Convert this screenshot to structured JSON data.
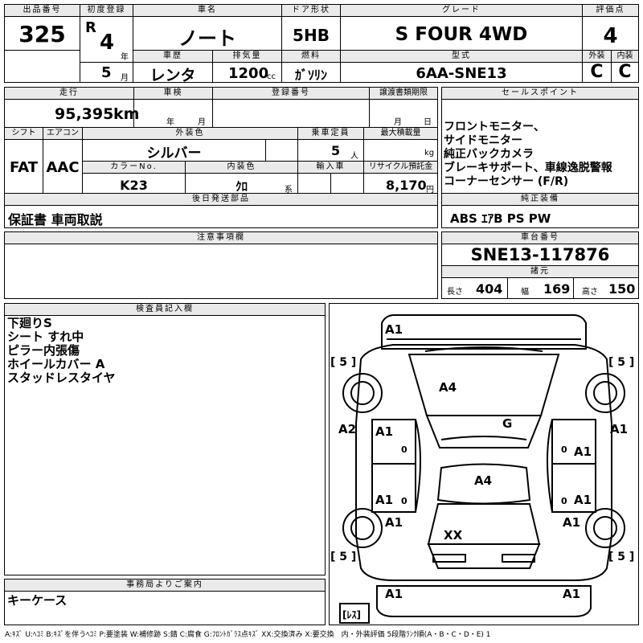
{
  "header": {
    "lot_label": "出品番号",
    "lot": "325",
    "first_reg_label": "初度登録",
    "era": "R",
    "year": "4",
    "year_unit": "年",
    "month": "5",
    "month_unit": "月",
    "car_name_label": "車名",
    "car_name": "ノート",
    "door_label": "ドア形状",
    "door": "5HB",
    "grade_label": "グレード",
    "grade": "S FOUR 4WD",
    "score_label": "評価点",
    "score": "4",
    "history_label": "車歴",
    "history": "レンタ",
    "displacement_label": "排気量",
    "displacement": "1200",
    "displacement_unit": "cc",
    "fuel_label": "燃料",
    "fuel": "ｶﾞｿﾘﾝ",
    "model_label": "型式",
    "model": "6AA-SNE13",
    "exterior_label": "外装",
    "exterior": "C",
    "interior_label": "内装",
    "interior": "C"
  },
  "specs": {
    "mileage_label": "走行",
    "mileage": "95,395",
    "mileage_unit": "km",
    "inspection_label": "車検",
    "insp_year_unit": "年",
    "insp_month_unit": "月",
    "reg_no_label": "登録番号",
    "transfer_label": "譲渡書類期限",
    "transfer_month_unit": "月",
    "transfer_day_unit": "日",
    "shift_label": "シフト",
    "shift": "FAT",
    "ac_label": "エアコン",
    "ac": "AAC",
    "ext_color_label": "外装色",
    "ext_color": "シルバー",
    "capacity_label": "乗車定員",
    "capacity": "5",
    "capacity_unit": "人",
    "load_label": "最大積載量",
    "load_unit": "kg",
    "color_no_label": "カラーNo.",
    "color_no": "K23",
    "int_color_label": "内装色",
    "int_color": "ｸﾛ",
    "int_color_unit": "系",
    "import_label": "輸入車",
    "recycle_label": "リサイクル預託金",
    "recycle": "8,170",
    "recycle_unit": "円",
    "later_parts_label": "後日発送部品",
    "later_parts": "保証書 車両取説"
  },
  "sales_point": {
    "label": "セールスポイント",
    "items": [
      "フロントモニター、",
      "サイドモニター",
      "純正バックカメラ",
      "ブレーキサポート、車線逸脱警報",
      "コーナーセンサー (F/R)"
    ]
  },
  "equipment": {
    "label": "純正装備",
    "value": "ABS ｴｱB PS PW"
  },
  "notes": {
    "label": "注意事項欄",
    "value": ""
  },
  "chassis": {
    "label": "車台番号",
    "value": "SNE13-117876",
    "dims_label": "諸元",
    "length_label": "長さ",
    "length": "404",
    "width_label": "幅",
    "width": "169",
    "height_label": "高さ",
    "height": "150"
  },
  "inspector": {
    "label": "検査員記入欄",
    "lines": [
      "下廻りS",
      "シート すれ中",
      "ピラー内張傷",
      "ホイールカバー A",
      "スタッドレスタイヤ"
    ]
  },
  "office": {
    "label": "事務局よりご案内",
    "value": "キーケース"
  },
  "diagram": {
    "marks": {
      "front": "A1",
      "hood": "A4",
      "left_front": "A2",
      "right_front": "A1",
      "left_front_door": "A1",
      "right_front_door": "A1",
      "windshield": "G",
      "roof": "A4",
      "left_rear_door": "A1",
      "right_rear_door": "A1",
      "left_rear": "A1",
      "right_rear": "A1",
      "trunk": "XX",
      "rear_left": "A1",
      "rear_right": "A1"
    },
    "zero": "0",
    "tire_fl": "[ 5 ]",
    "tire_fr": "[ 5 ]",
    "tire_rl": "[ 5 ]",
    "tire_rr": "[ 5 ]",
    "spare": "[ﾚｽ]"
  },
  "legend": "A:ｷｽﾞ U:ﾍｺﾐ B:ｷｽﾞを伴うﾍｺﾐ P:要塗装 W:補修跡 S:錆 C:腐食 G:ﾌﾛﾝﾄｶﾞﾗｽ点ｷｽﾞ XX:交換済み X:要交換　内・外装評価 5段階ﾗﾝｸ順(A・B・C・D・E) 1"
}
